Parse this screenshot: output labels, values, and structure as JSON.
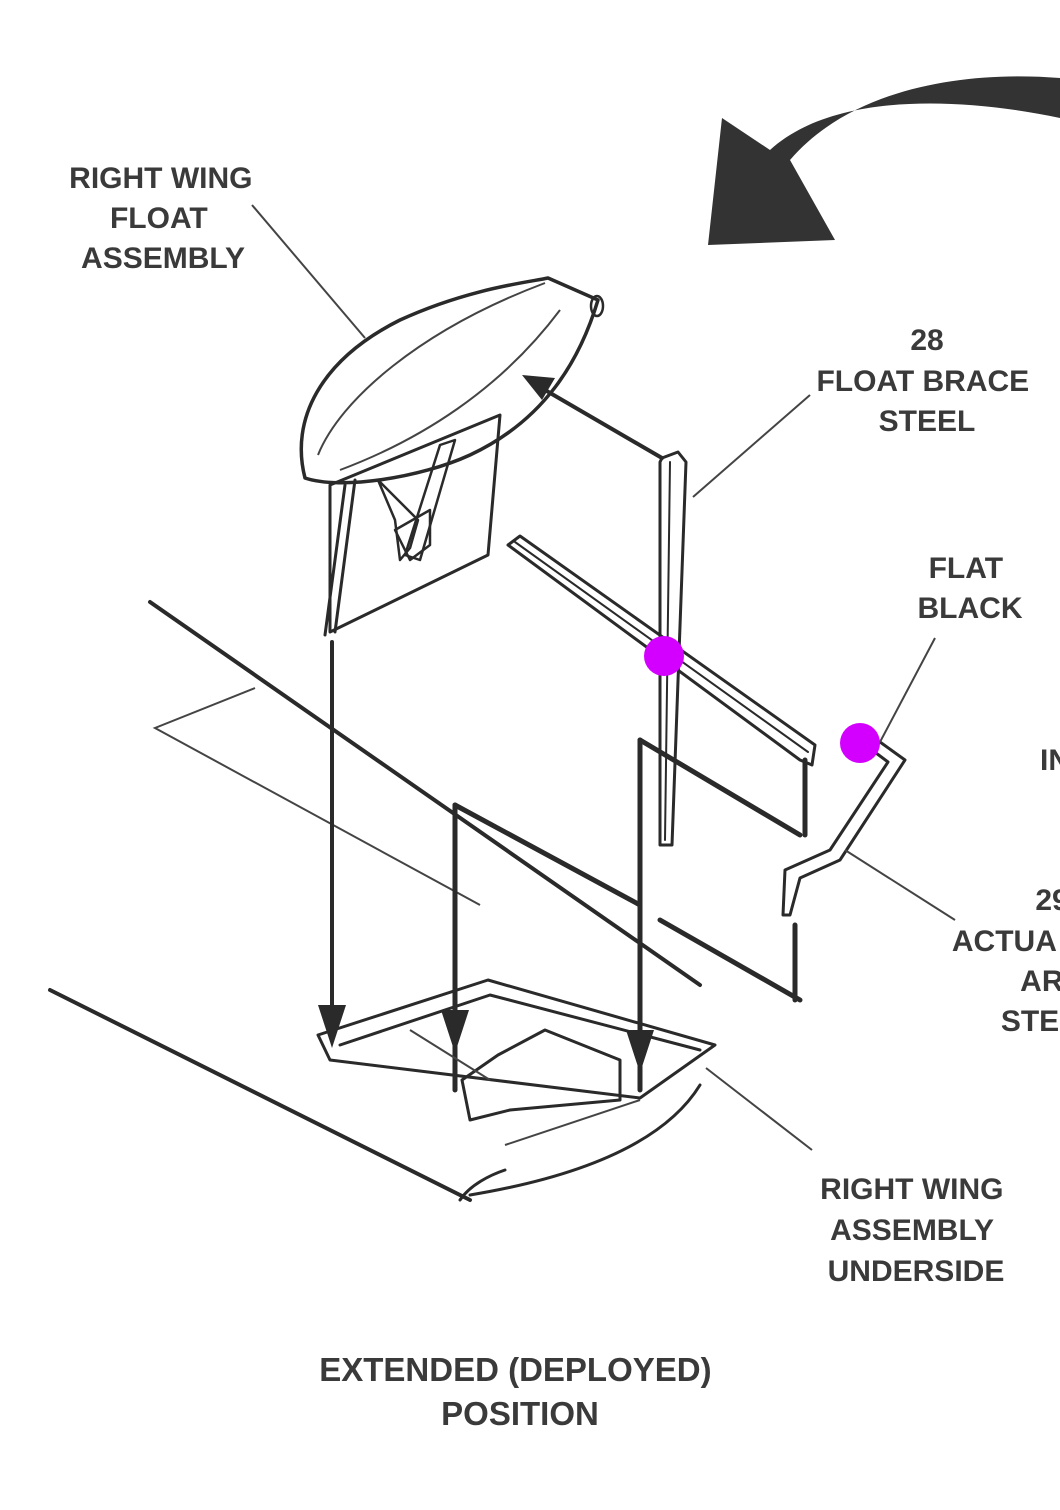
{
  "labels": {
    "float_assembly": [
      "RIGHT WING",
      "FLOAT",
      "ASSEMBLY"
    ],
    "float_brace_num": "28",
    "float_brace": [
      "FLOAT BRACE",
      "STEEL"
    ],
    "flat_black": [
      "FLAT",
      "BLACK"
    ],
    "clipped_in": "IN",
    "actuator_num": "29",
    "actuator": [
      "ACTUA",
      "AR",
      "STE"
    ],
    "wing_underside": [
      "RIGHT WING",
      "ASSEMBLY",
      "UNDERSIDE"
    ],
    "caption": [
      "EXTENDED (DEPLOYED)",
      "POSITION"
    ]
  },
  "colors": {
    "ink": "#2a2a2a",
    "label": "#3a3a3a",
    "marker": "#d400ff",
    "arrow_fill": "#333333"
  },
  "markers": [
    {
      "name": "marker-brace-crossing"
    },
    {
      "name": "marker-flat-black-tip"
    }
  ]
}
